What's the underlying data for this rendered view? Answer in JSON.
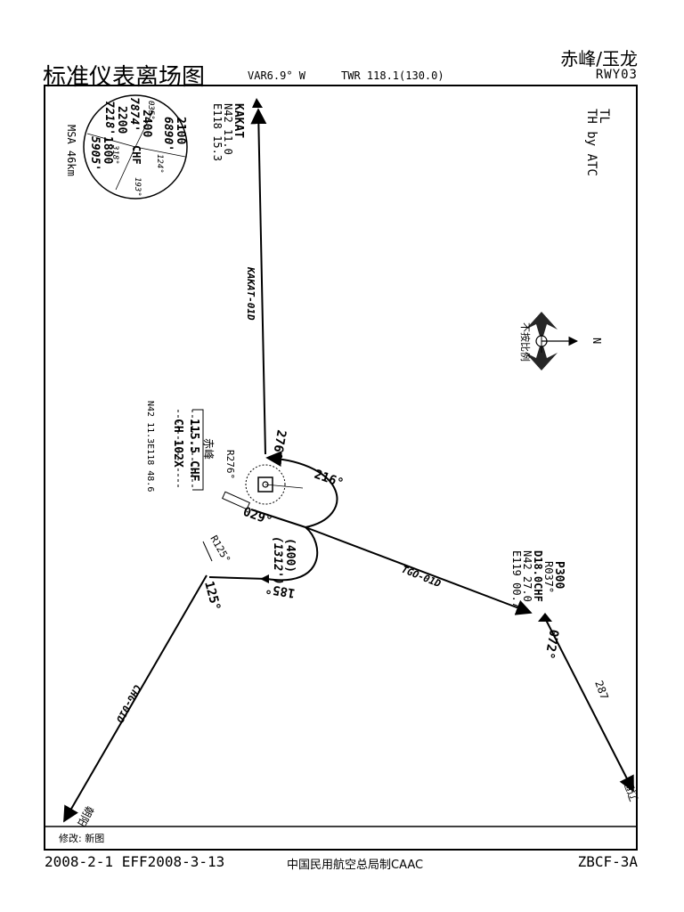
{
  "header": {
    "title": "标准仪表离场图",
    "var": "VAR6.9° W",
    "twr": "TWR  118.1(130.0)",
    "city": "赤峰/玉龙",
    "runway": "RWY03"
  },
  "msa": {
    "label": "MSA 46km",
    "sectors": [
      "2100",
      "6890'",
      "1800",
      "5905'",
      "2400",
      "7874'",
      "2200",
      "7218'"
    ],
    "bearings": [
      "124°",
      "193°",
      "035°",
      "318°"
    ],
    "center": "CHF"
  },
  "transition": {
    "line1": "TL",
    "line2": "TH by ATC"
  },
  "fixes": {
    "kakat": {
      "name": "KAKAT",
      "lat": "N42  11.0",
      "lon": "E118  15.3"
    },
    "p300": {
      "name": "P300",
      "radial": "R037°",
      "dme": "D18.0CHF",
      "lat": "N42  27.0",
      "lon": "E119  00.7"
    }
  },
  "navaid": {
    "name": "赤峰",
    "freq": "115.5  CHF",
    "channel": "CH  102X",
    "coords": "N42  11.3E118  48.6"
  },
  "routes": {
    "kakat": "KAKAT-01D",
    "tgo": "TGO-01D",
    "chg": "CHG-01D",
    "course_north": "276°",
    "turn_216": "216°",
    "runway_hdg": "029°",
    "alt_400": "(400)",
    "alt_1312": "(1312')",
    "turn_185": "185°",
    "course_125": "125°",
    "course_072": "072°",
    "r276": "R276°",
    "r125": "R125°",
    "dist_287": "287",
    "dest_tongliao": "通辽",
    "dest_chaoyang": "朝阳"
  },
  "compass": {
    "label": "不按比例",
    "north": "N"
  },
  "remarks": "修改: 新图",
  "footer": {
    "dates": "2008-2-1 EFF2008-3-13",
    "authority": "中国民用航空总局制CAAC",
    "code": "ZBCF-3A"
  }
}
